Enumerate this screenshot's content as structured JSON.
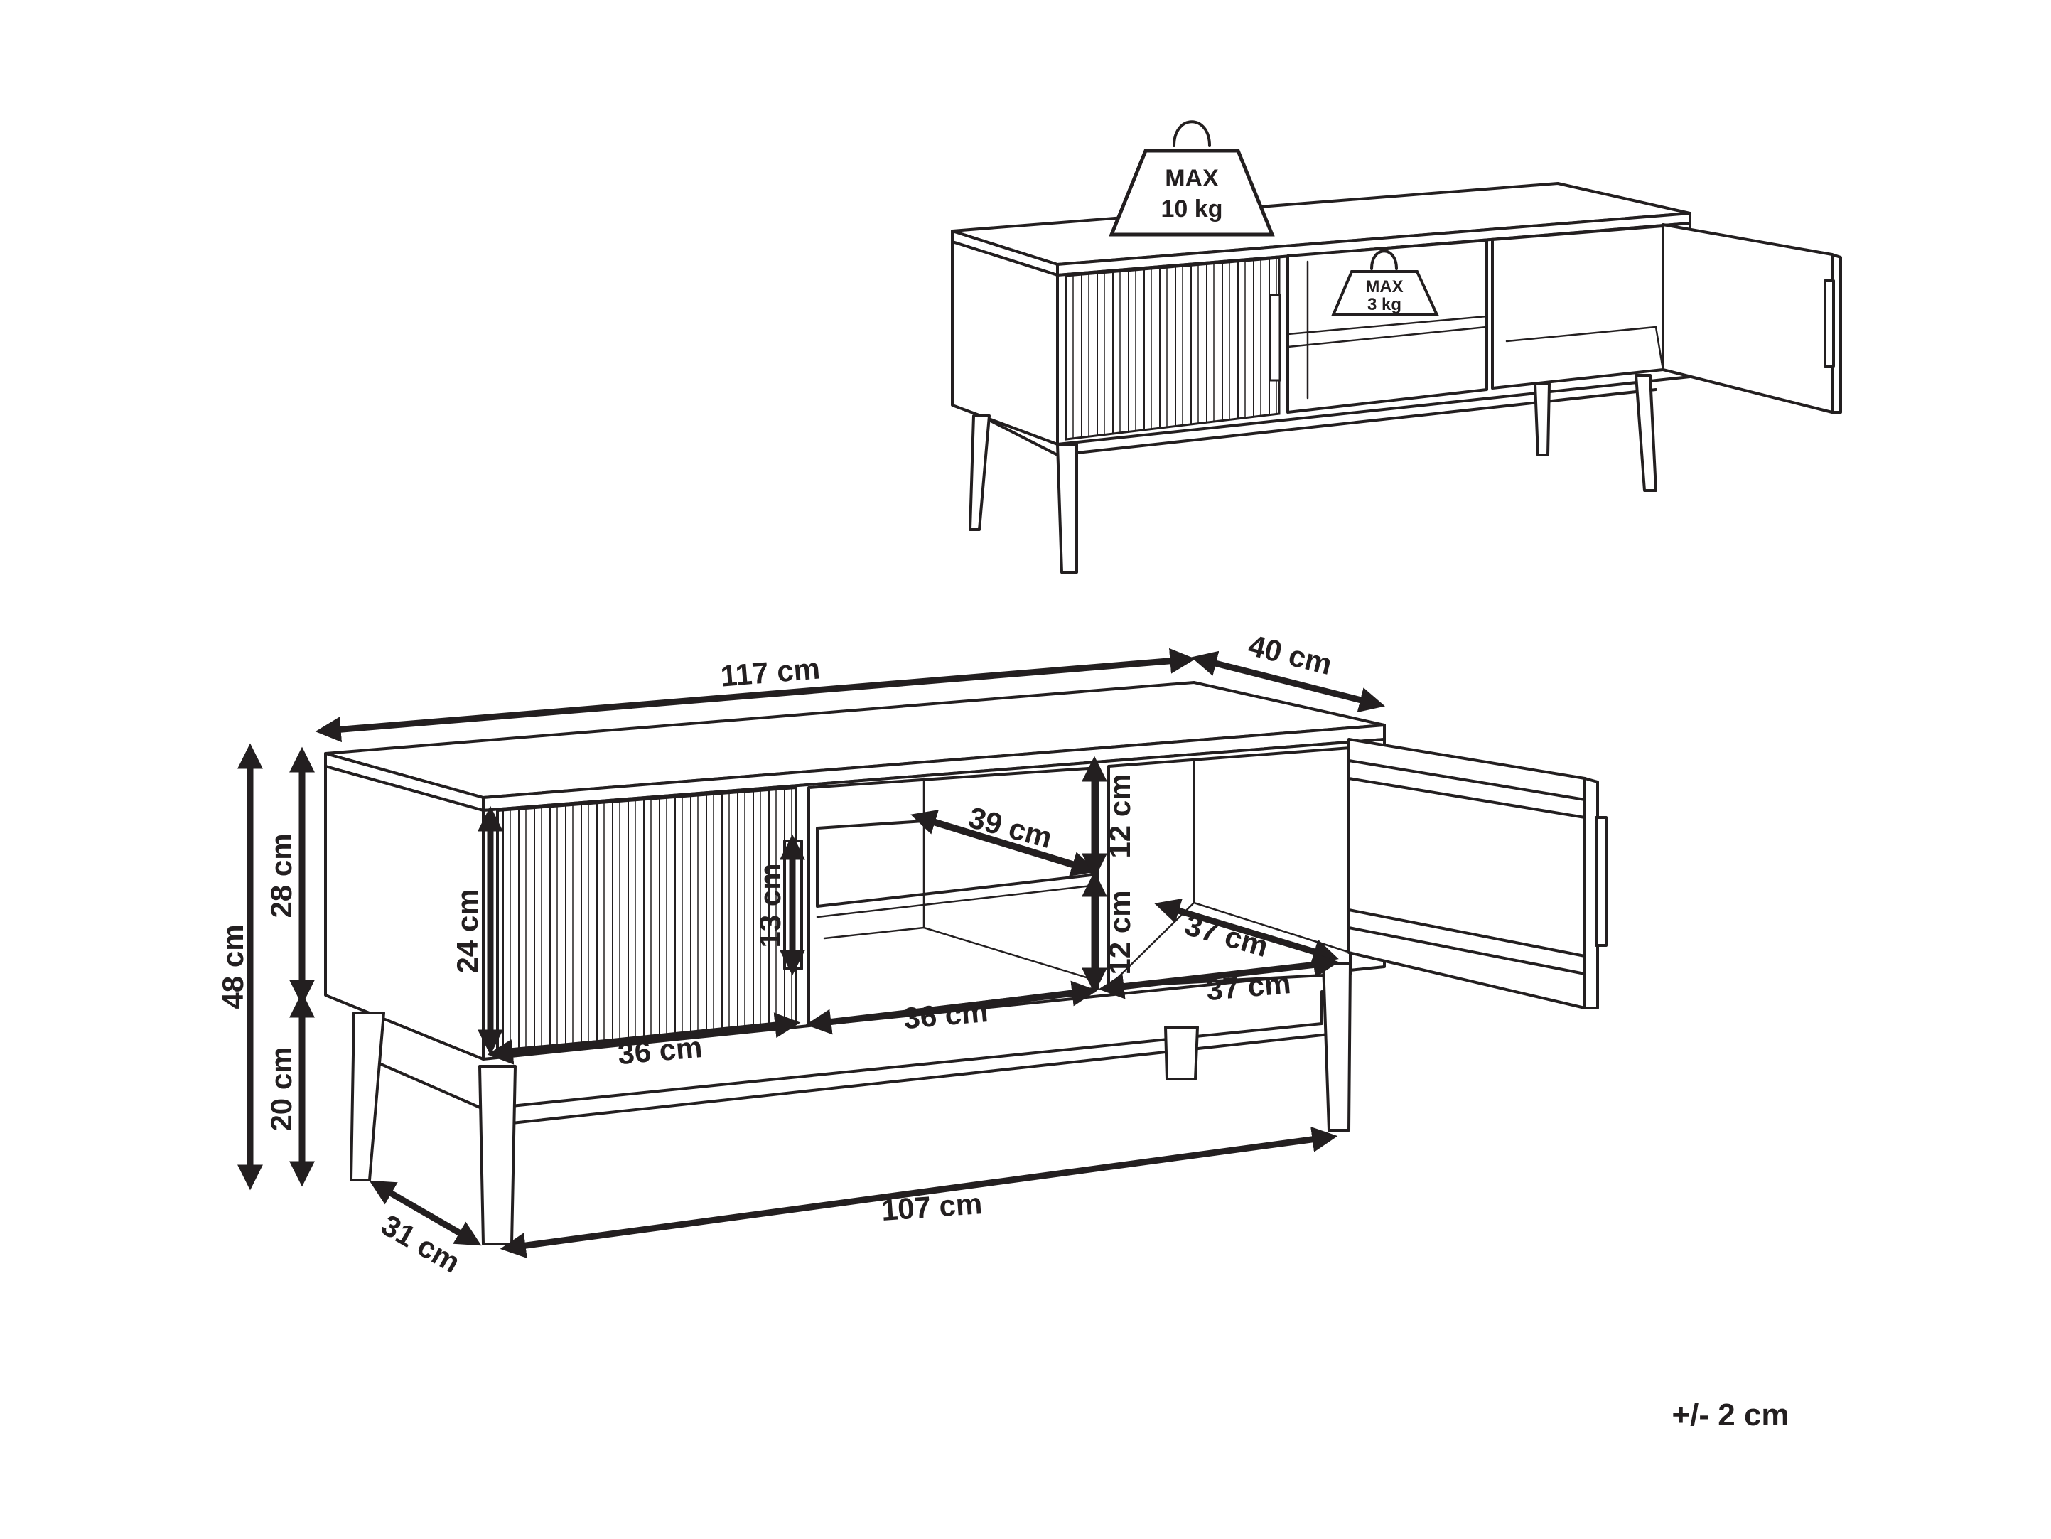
{
  "labels": {
    "weight_top_word": "MAX",
    "weight_top_value": "10 kg",
    "weight_shelf_word": "MAX",
    "weight_shelf_value": "3 kg",
    "width_total": "117 cm",
    "depth_total": "40 cm",
    "height_total": "48 cm",
    "height_body": "28 cm",
    "height_legs": "20 cm",
    "door_height": "24 cm",
    "handle_height": "13 cm",
    "shelf_depth": "39 cm",
    "upper_compartment_height": "12 cm",
    "lower_compartment_height": "12 cm",
    "right_inner_depth": "37 cm",
    "right_compartment_width": "37 cm",
    "left_door_width": "36 cm",
    "middle_compartment_width": "36 cm",
    "leg_depth": "31 cm",
    "leg_span": "107 cm",
    "tolerance": "+/- 2 cm"
  }
}
